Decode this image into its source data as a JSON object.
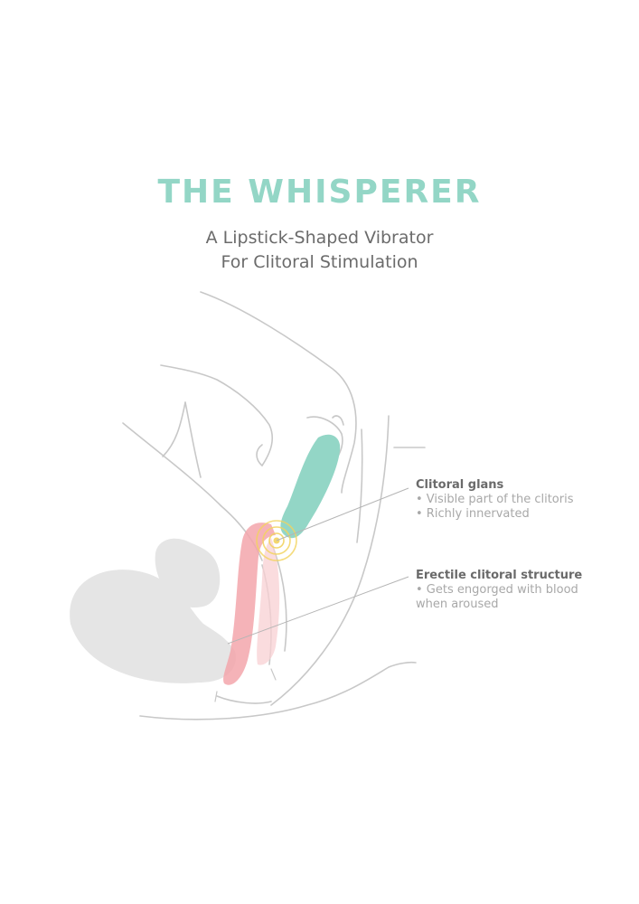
{
  "title": "THE WHISPERER",
  "subtitle": {
    "line1": "A Lipstick-Shaped Vibrator",
    "line2": "For Clitoral Stimulation"
  },
  "labels": {
    "glans": {
      "heading": "Clitoral glans",
      "bullets": [
        "• Visible part of the clitoris",
        "• Richly innervated"
      ]
    },
    "erectile": {
      "heading": "Erectile clitoral structure",
      "lines": [
        "• Gets engorged with blood",
        "when aroused"
      ]
    }
  },
  "colors": {
    "accent": "#93d6c6",
    "outline": "#c8c8c8",
    "body_fill": "#e5e5e5",
    "clitoris": "#f3a6ab",
    "vibration_ring": "#f2d35e",
    "text_dark": "#6b6b6b",
    "text_light": "#a8a8a8"
  }
}
